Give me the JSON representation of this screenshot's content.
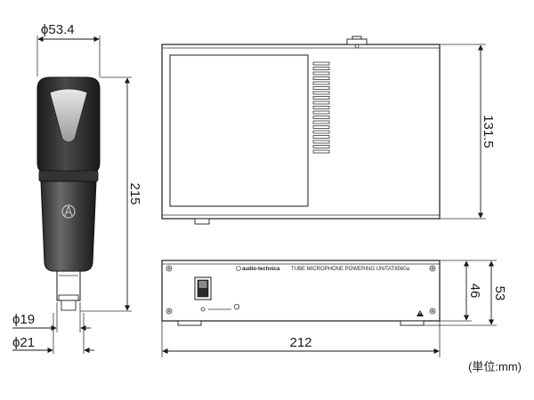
{
  "dimensions": {
    "mic_diameter": "ϕ53.4",
    "mic_height": "215",
    "connector_diameter_inner": "ϕ19",
    "connector_diameter_outer": "ϕ21",
    "unit_depth": "131.5",
    "unit_width": "212",
    "unit_body_height": "46",
    "unit_total_height": "53"
  },
  "front_panel": {
    "brand": "audio-technica",
    "product_name": "TUBE MICROPHONE POWERING UNIT",
    "model": "AT8560a"
  },
  "unit_note": "(単位:mm)",
  "icons": [
    "audio-technica-logo-icon",
    "warning-triangle-icon",
    "power-switch-icon",
    "led-indicator-icon",
    "screw-icon"
  ],
  "colors": {
    "line": "#1a1a1a",
    "mic_body": "#2b2b2b",
    "mic_highlight": "#8a8a8a"
  }
}
